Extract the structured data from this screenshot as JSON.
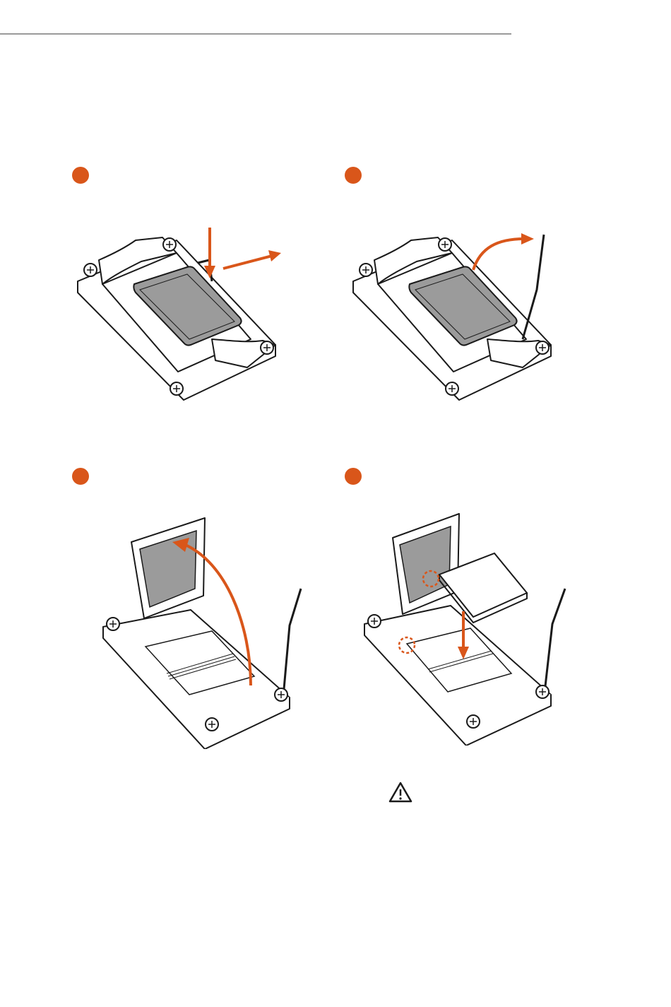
{
  "colors": {
    "accent": "#d9561a",
    "line": "#1a1a1a",
    "cover_gray": "#9b9b9b",
    "frame_fill": "#ffffff",
    "rule": "#9a9a9a"
  },
  "steps": [
    {
      "marker": "step-1",
      "illustration": "socket-lever-push-down-and-out"
    },
    {
      "marker": "step-2",
      "illustration": "socket-lever-lift-up"
    },
    {
      "marker": "step-3",
      "illustration": "socket-load-plate-open"
    },
    {
      "marker": "step-4",
      "illustration": "socket-cover-removal"
    }
  ],
  "icons": {
    "warning": "warning-triangle-icon"
  }
}
